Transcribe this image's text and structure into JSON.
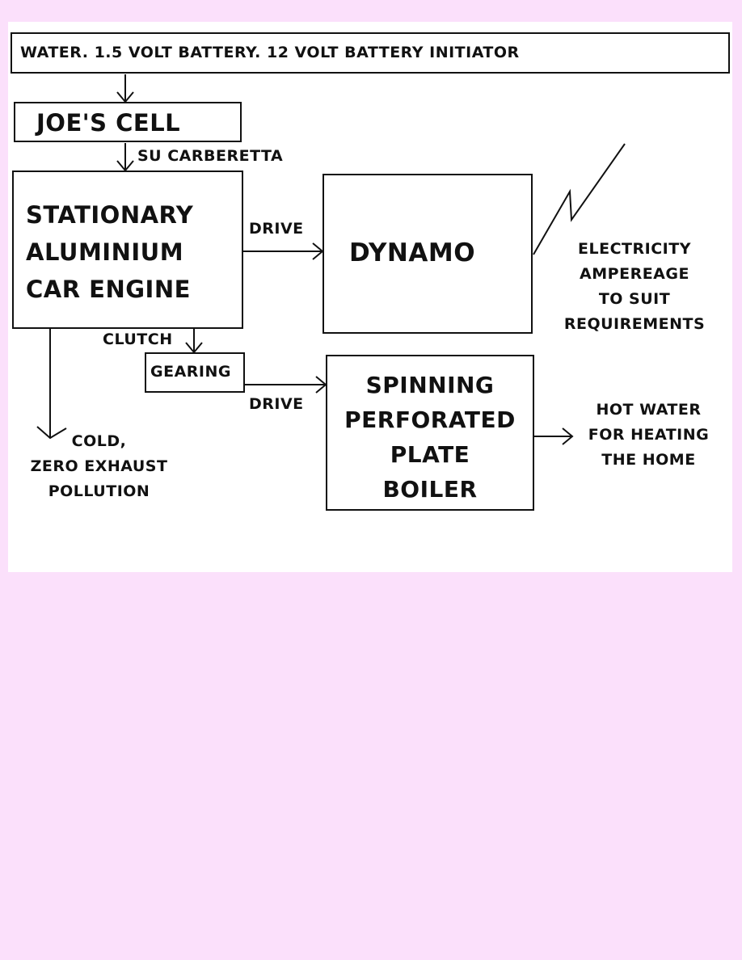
{
  "page": {
    "background": "#fbe0fb",
    "panel_background": "#ffffff",
    "ink": "#111111"
  },
  "diagram": {
    "input_box": "WATER. 1.5 VOLT BATTERY. 12 VOLT BATTERY INITIATOR",
    "cell_box": "JOE'S CELL",
    "carb_label": "SU CARBERETTA",
    "engine_box": "STATIONARY\nALUMINIUM\nCAR ENGINE",
    "drive_label_top": "DRIVE",
    "dynamo_box": "DYNAMO",
    "electricity_label": "ELECTRICITY\nAMPEREAGE\nTO SUIT\nREQUIREMENTS",
    "clutch_label": "CLUTCH",
    "gearing_box": "GEARING",
    "drive_label_bottom": "DRIVE",
    "boiler_box": "SPINNING\nPERFORATED\nPLATE\nBOILER",
    "hot_water_label": "HOT WATER\nFOR HEATING\nTHE HOME",
    "exhaust_label": "COLD,\nZERO EXHAUST\nPOLLUTION"
  }
}
